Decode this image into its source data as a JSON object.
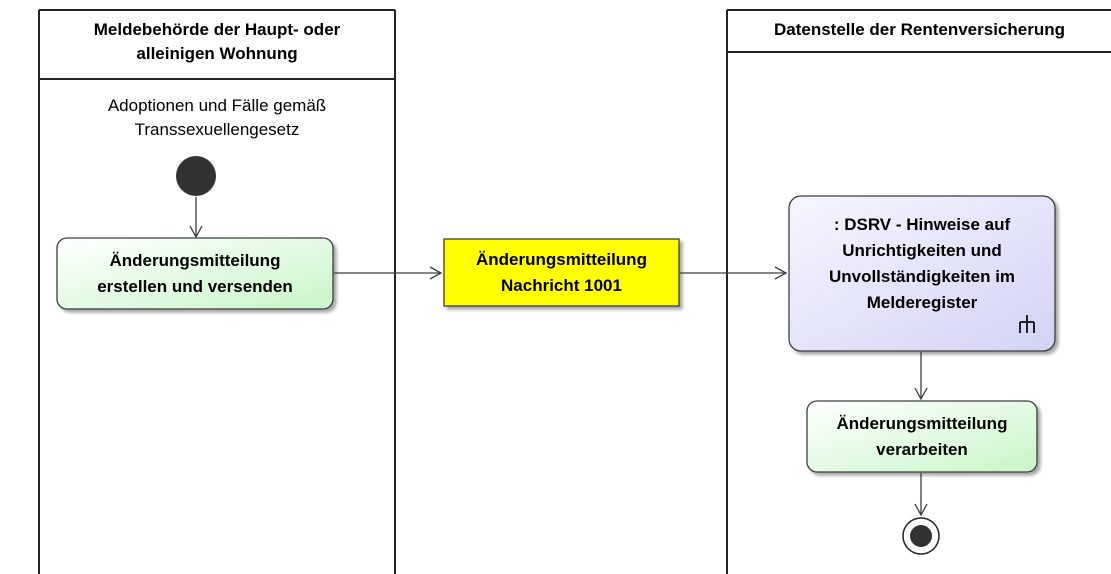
{
  "lanes": [
    {
      "title": "Meldebehörde der Haupt- oder\nalleinigen Wohnung"
    },
    {
      "title": "Datenstelle der Rentenversicherung"
    }
  ],
  "initial_note": "Adoptionen und Fälle gemäß\nTranssexuellengesetz",
  "actions": {
    "create_send": "Änderungsmitteilung\nerstellen und versenden",
    "object_node": "Änderungsmitteilung\nNachricht 1001",
    "dsrv_call": ": DSRV - Hinweise auf\nUnrichtigkeiten und\nUnvollständigkeiten im\nMelderegister",
    "process": "Änderungsmitteilung\nverarbeiten"
  },
  "colors": {
    "action_gradient_light": "#ffffff",
    "action_gradient_green": "#c8f5c8",
    "object_fill": "#ffff00",
    "call_gradient_light": "#f4f4ff",
    "call_gradient_purple": "#d6d6f6",
    "stroke": "#3c3c3c",
    "node_fill": "#333333"
  },
  "icons": {
    "call_behavior": "rake-icon"
  }
}
